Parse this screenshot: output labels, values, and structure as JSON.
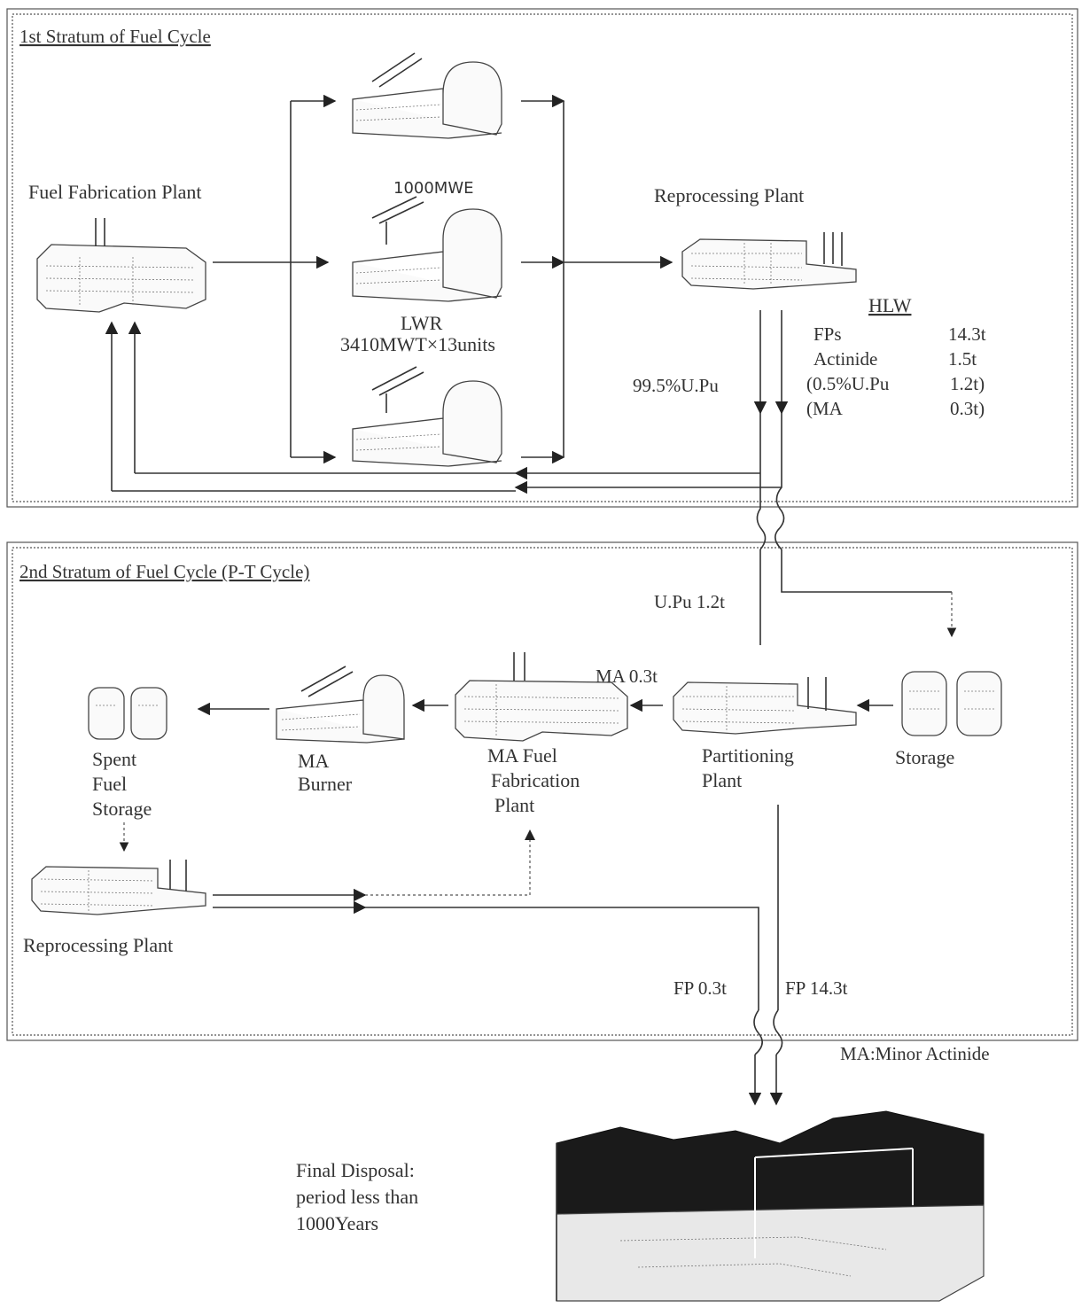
{
  "stratum1": {
    "title": "1st Stratum of Fuel Cycle",
    "fuel_fabrication_plant": "Fuel Fabrication Plant",
    "reactor_rating": "1000MWE",
    "lwr_label": "LWR",
    "lwr_units": "3410MWT×13units",
    "reprocessing_plant": "Reprocessing Plant",
    "uranium_plutonium_recovery": "99.5%U.Pu",
    "hlw": {
      "title": "HLW",
      "rows": [
        {
          "name": "FPs",
          "value": "14.3t"
        },
        {
          "name": "Actinide",
          "value": "1.5t"
        },
        {
          "name": "(0.5%U.Pu",
          "value": "1.2t)"
        },
        {
          "name": "(MA",
          "value": "0.3t)"
        }
      ]
    }
  },
  "stratum2": {
    "title": "2nd Stratum of Fuel Cycle  (P-T Cycle)",
    "upu_flow": "U.Pu 1.2t",
    "ma_flow": "MA  0.3t",
    "storage": "Storage",
    "partitioning_plant": [
      "Partitioning",
      "Plant"
    ],
    "ma_fuel_fabrication_plant": [
      "MA  Fuel",
      "Fabrication",
      "Plant"
    ],
    "ma_burner": [
      "MA",
      "Burner"
    ],
    "spent_fuel_storage": [
      "Spent",
      "Fuel",
      "Storage"
    ],
    "reprocessing_plant": "Reprocessing Plant",
    "fp_small": "FP 0.3t",
    "fp_large": "FP 14.3t"
  },
  "legend": {
    "ma_definition": "MA:Minor Actinide"
  },
  "final_disposal": [
    "Final Disposal:",
    "period less than",
    "1000Years"
  ]
}
